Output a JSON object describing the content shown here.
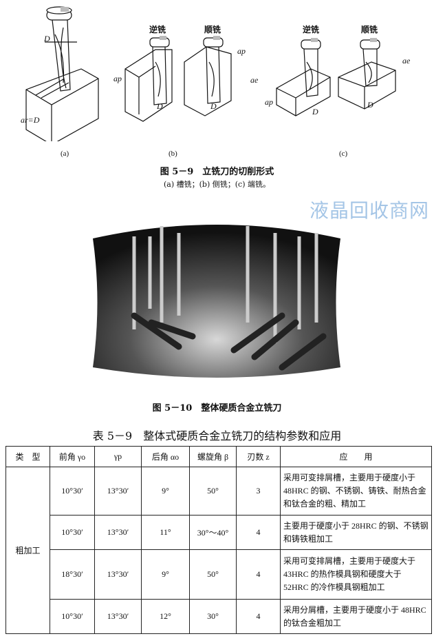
{
  "figure_5_9": {
    "labels": {
      "up_milling": "逆铣",
      "down_milling": "顺铣",
      "D": "D",
      "ae_eq_D": "ar=D",
      "ap": "ap",
      "ae": "ae"
    },
    "sub_labels": [
      "(a)",
      "(b)",
      "(c)"
    ],
    "caption": "图 5－9　立铣刀的切削形式",
    "subcaption": "(a) 槽铣；(b) 侧铣；(c) 端铣。"
  },
  "figure_5_10": {
    "caption": "图 5－10　整体硬质合金立铣刀"
  },
  "table": {
    "title": "表 5－9　整体式硬质合金立铣刀的结构参数和应用",
    "headers": [
      "类　型",
      "前角 γo",
      "γp",
      "后角 αo",
      "螺旋角 β",
      "刃数 z",
      "应　　用"
    ],
    "group": "粗加工",
    "rows": [
      [
        "10°30′",
        "13°30′",
        "9°",
        "50°",
        "3",
        "采用可变排屑槽，主要用于硬度小于 48HRC 的钢、不锈钢、铸铁、耐热合金和钛合金的粗、精加工"
      ],
      [
        "10°30′",
        "13°30′",
        "11°",
        "30°～40°",
        "4",
        "主要用于硬度小于 28HRC 的钢、不锈钢和铸铁粗加工"
      ],
      [
        "18°30′",
        "13°30′",
        "9°",
        "50°",
        "4",
        "采用可变排屑槽，主要用于硬度大于 43HRC 的热作模具钢和硬度大于 52HRC 的冷作模具钢粗加工"
      ],
      [
        "10°30′",
        "13°30′",
        "12°",
        "30°",
        "4",
        "采用分屑槽，主要用于硬度小于 48HRC 的钛合金粗加工"
      ]
    ]
  },
  "watermark": "液晶回收商网"
}
